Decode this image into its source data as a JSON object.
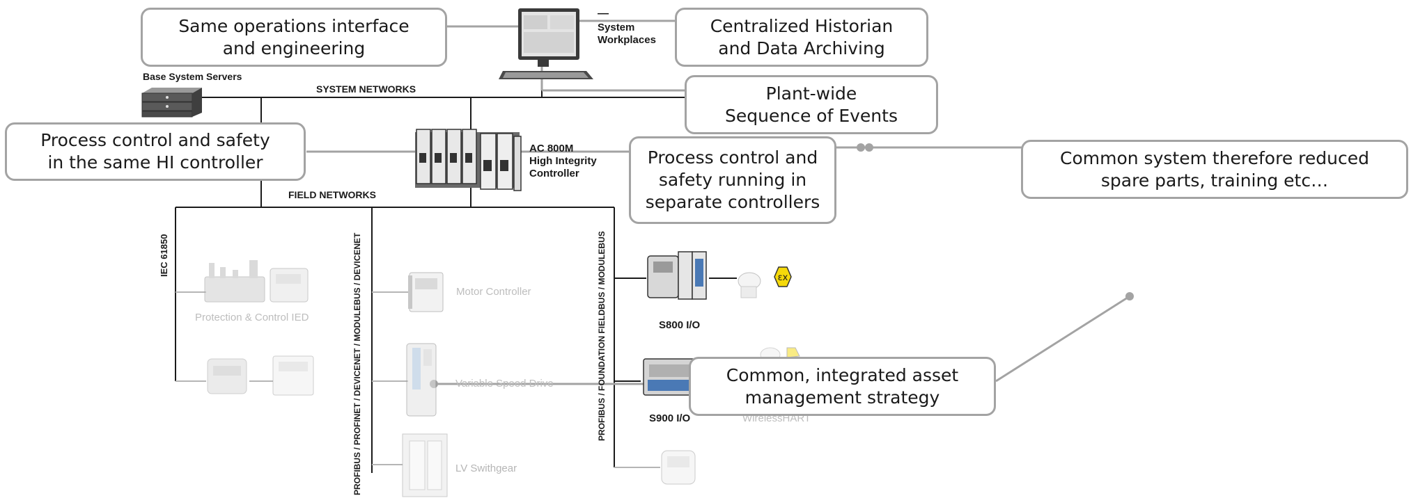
{
  "colors": {
    "line": "#1a1a1a",
    "callout_border": "#a3a3a3",
    "faded": "#bdbdbd",
    "ex_badge": "#f5d90a"
  },
  "labels": {
    "system_workplaces": "System\nWorkplaces",
    "base_servers": "Base System Servers",
    "system_networks": "SYSTEM NETWORKS",
    "ac800m": "AC 800M\nHigh Integrity\nController",
    "field_networks": "FIELD NETWORKS",
    "iec61850": "IEC 61850",
    "profibus_profinet": "PROFIBUS / PROFINET / DEVICENET / MODULEBUS / DEVICENET",
    "profibus_ff": "PROFIBUS / FOUNDATION FIELDBUS / MODULEBUS",
    "protection_ied": "Protection & Control IED",
    "motor_controller": "Motor Controller",
    "vsd": "Variable Speed Drive",
    "lv_switchgear": "LV Swithgear",
    "s800": "S800 I/O",
    "s900": "S900 I/O",
    "wirelesshart": "WirelessHART",
    "ex": "εx",
    "dash": "—"
  },
  "callouts": {
    "same_ops": "Same operations interface\nand engineering",
    "historian": "Centralized Historian\nand Data Archiving",
    "soe": "Plant-wide\nSequence of Events",
    "hi_controller": "Process control and safety\nin the same HI controller",
    "separate": "Process control and\nsafety running in\nseparate controllers",
    "common_system": "Common system therefore reduced\nspare parts, training etc…",
    "asset_mgmt": "Common, integrated asset\nmanagement strategy"
  }
}
